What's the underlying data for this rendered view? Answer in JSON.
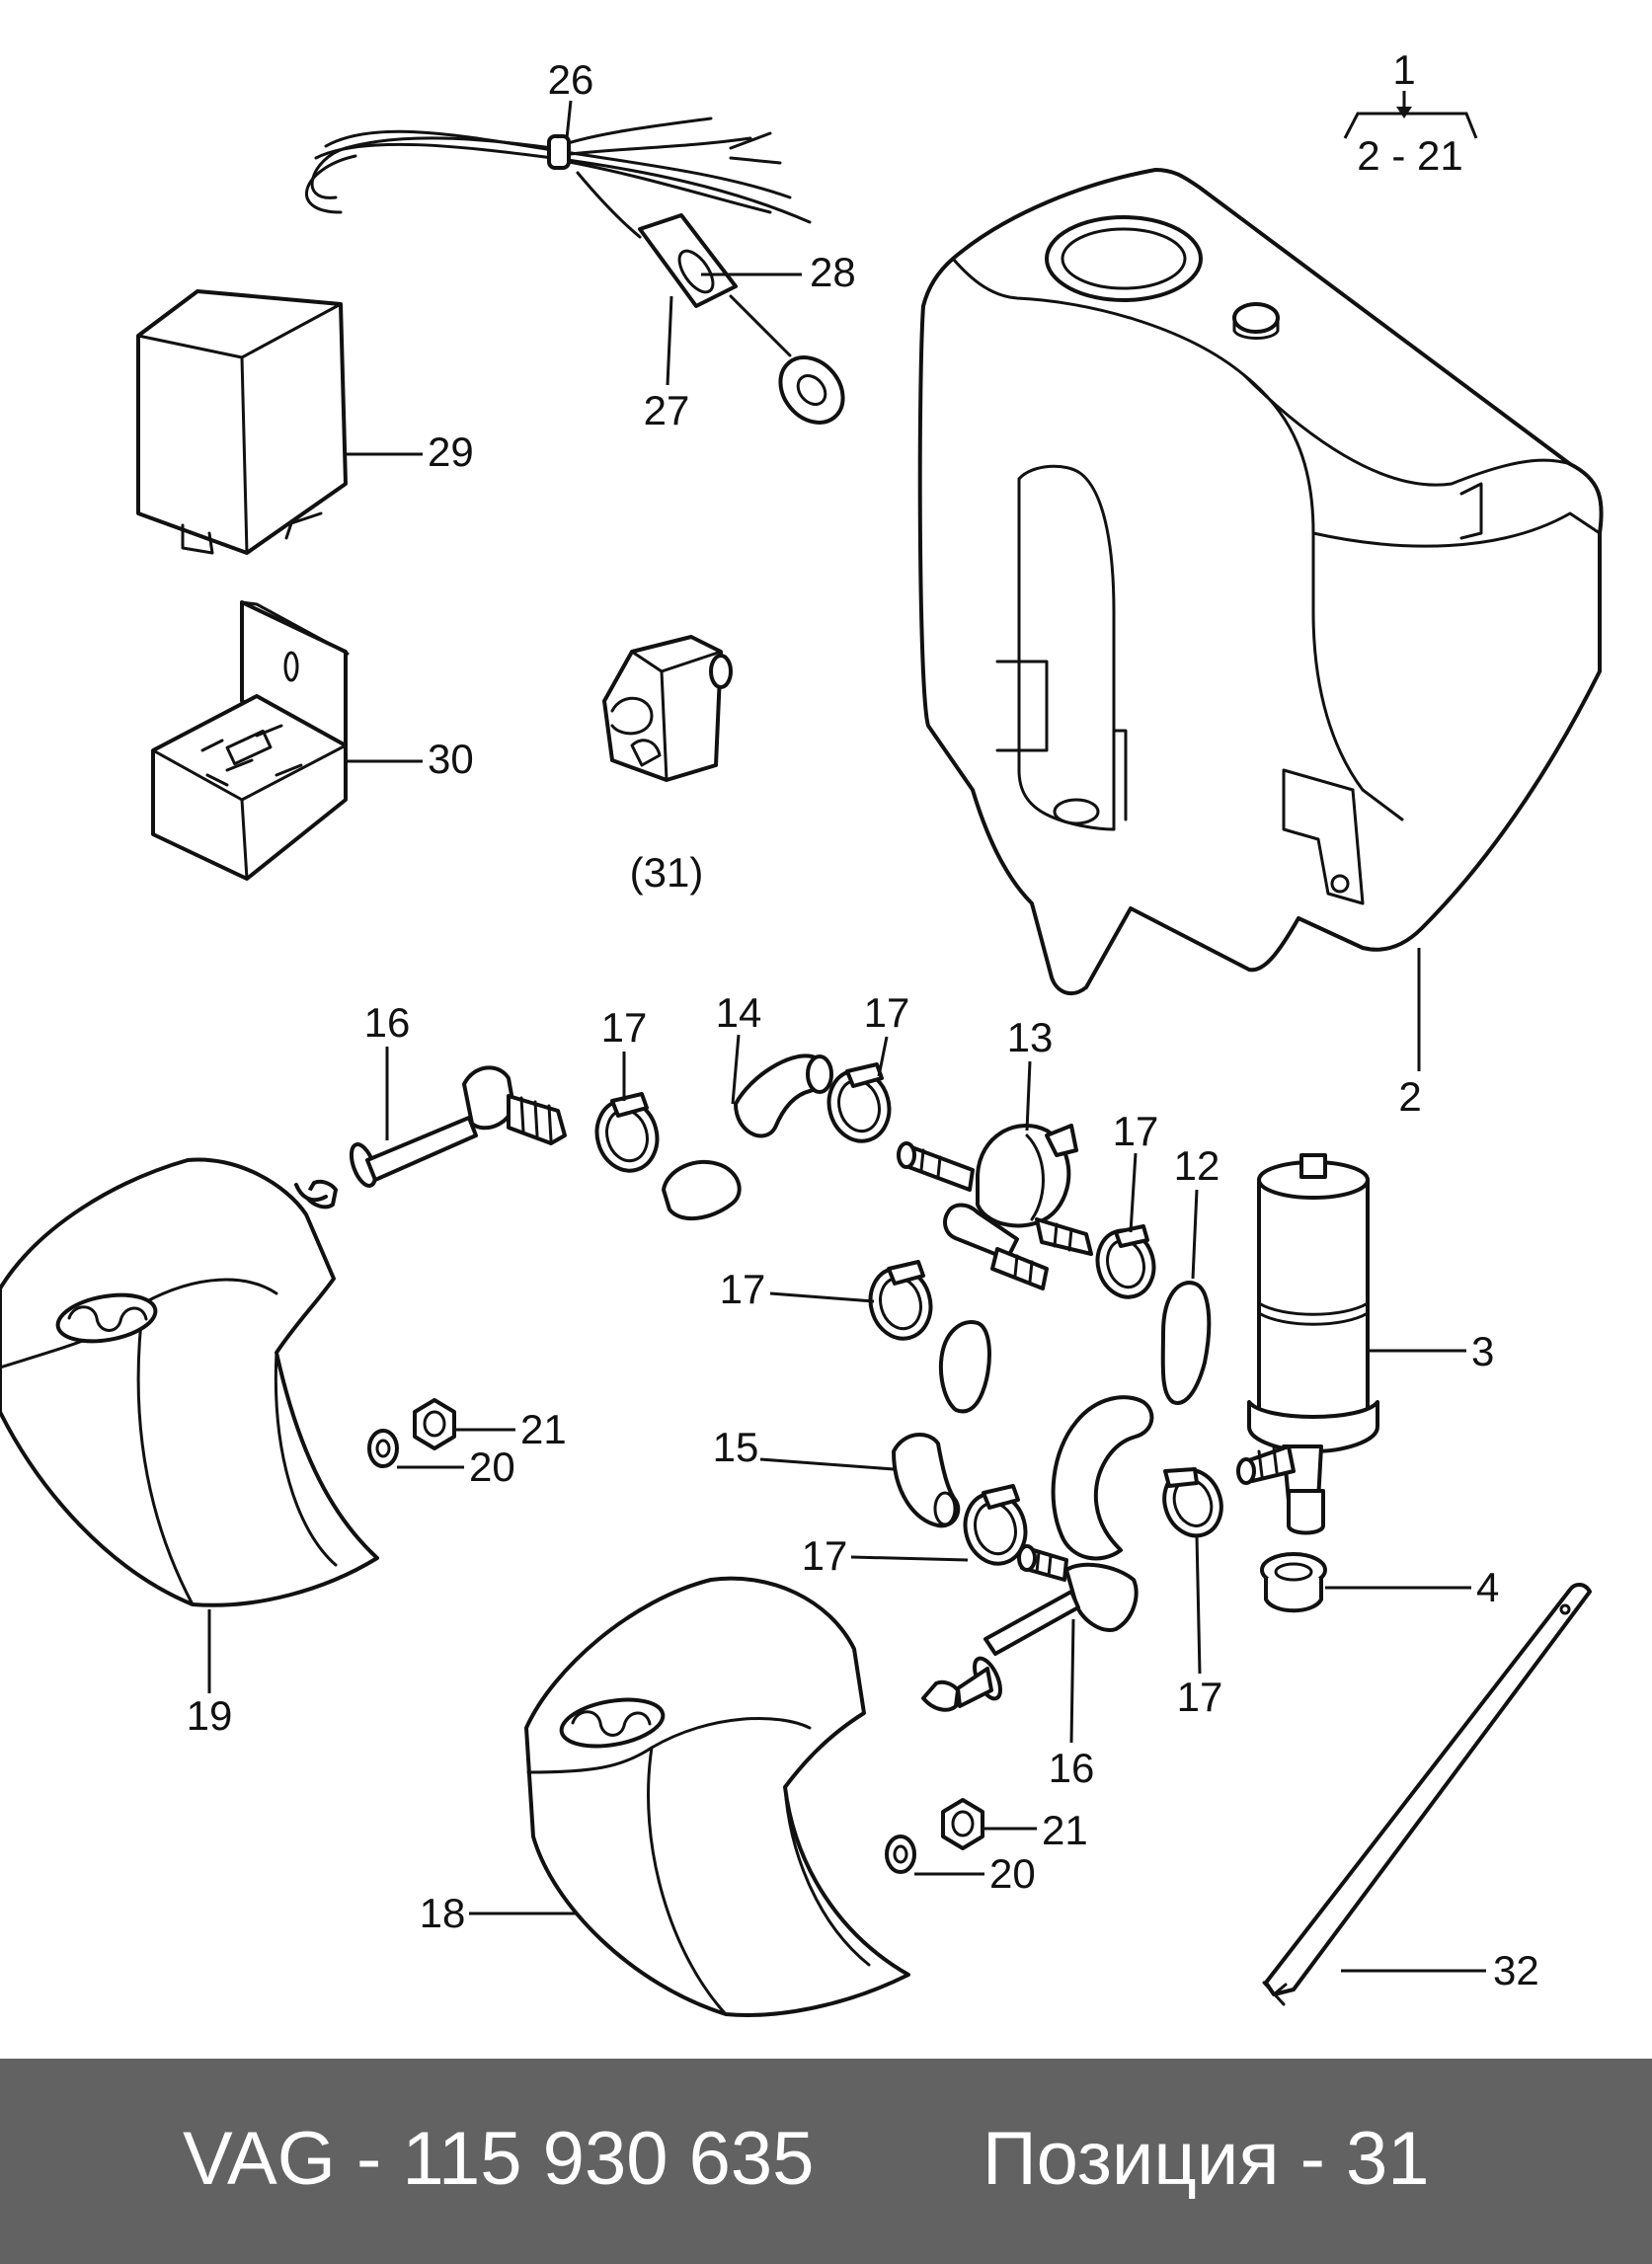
{
  "diagram": {
    "callouts": {
      "c1": "1",
      "c2_21": "2 - 21",
      "c26": "26",
      "c28": "28",
      "c27": "27",
      "c29": "29",
      "c30": "30",
      "c31": "(31)",
      "c2": "2",
      "c16a": "16",
      "c17a": "17",
      "c14": "14",
      "c17b": "17",
      "c13": "13",
      "c17c": "17",
      "c12": "12",
      "c17d": "17",
      "c3": "3",
      "c21a": "21",
      "c20a": "20",
      "c15": "15",
      "c17e": "17",
      "c4": "4",
      "c17f": "17",
      "c19": "19",
      "c16b": "16",
      "c21b": "21",
      "c20b": "20",
      "c18": "18",
      "c32": "32"
    }
  },
  "footer": {
    "part_ref": "VAG - 115 930 635",
    "position": "Позиция - 31"
  }
}
